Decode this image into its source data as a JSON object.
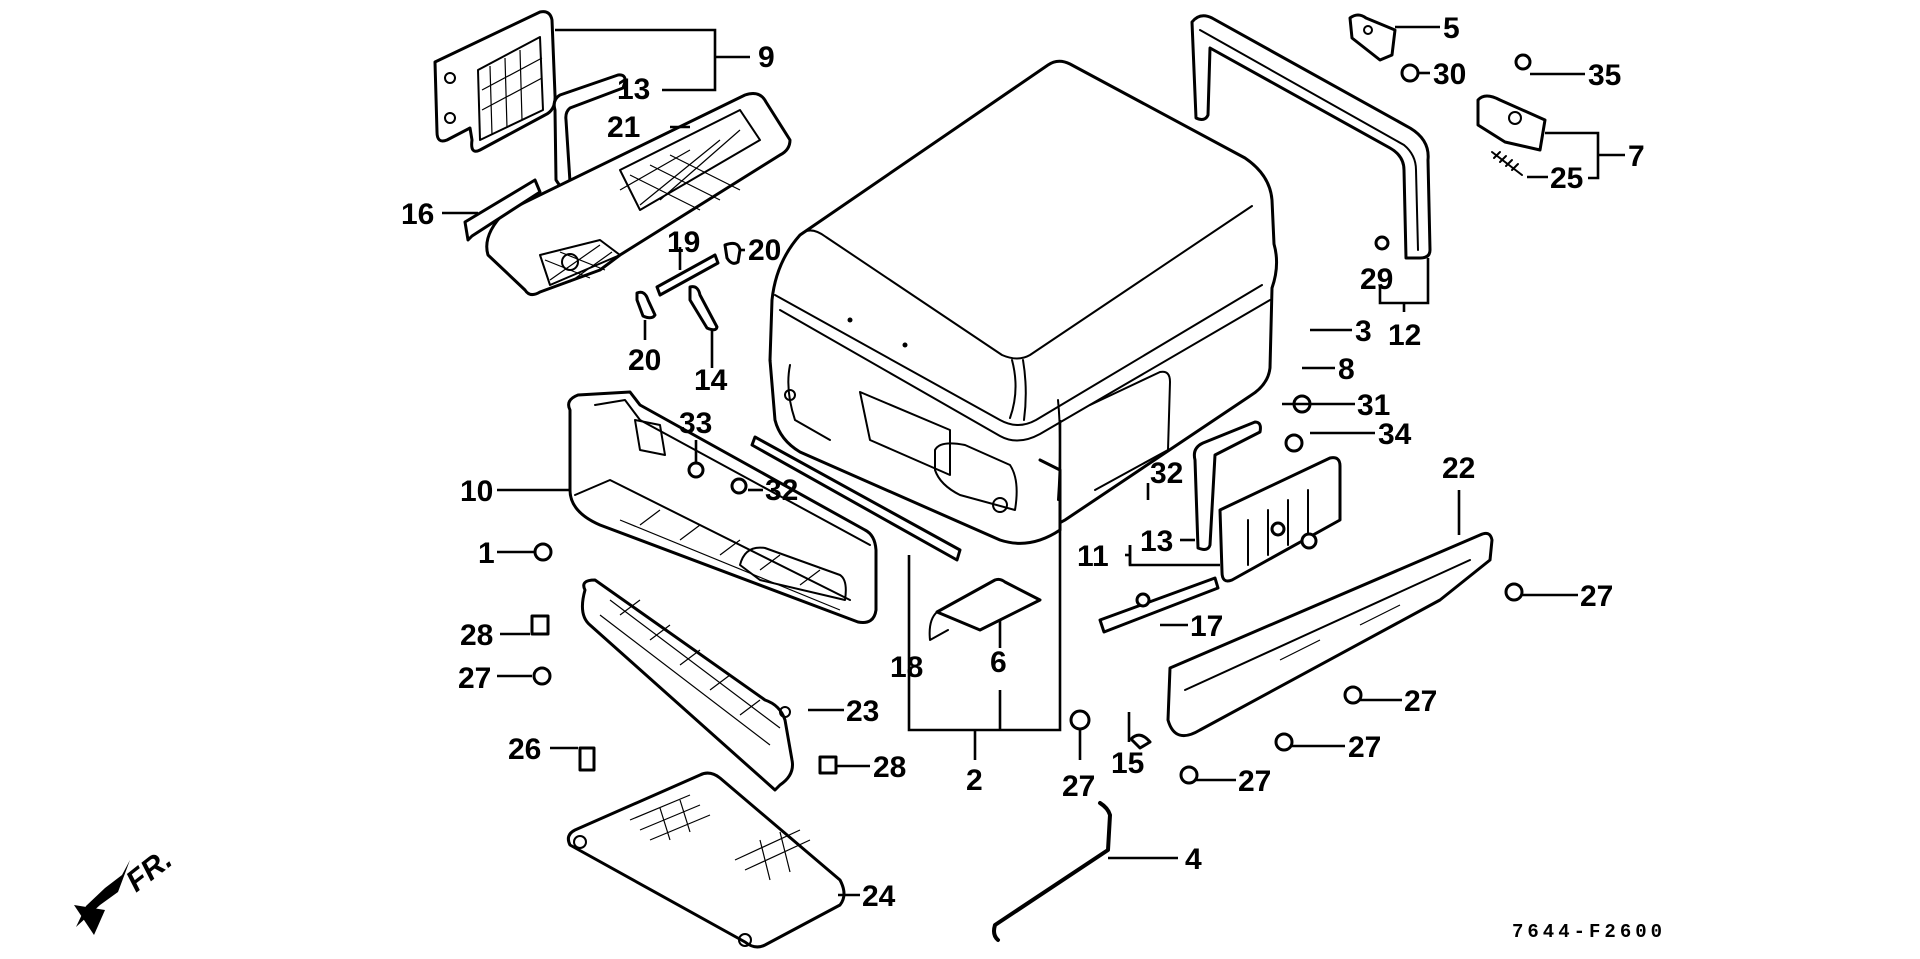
{
  "diagram": {
    "type": "exploded parts diagram",
    "drawing_code": "7644-F2600",
    "direction_indicator": {
      "label": "FR.",
      "icon": "front-arrow-icon"
    },
    "callouts": [
      {
        "id": "c1",
        "label": "1"
      },
      {
        "id": "c2",
        "label": "2"
      },
      {
        "id": "c3",
        "label": "3"
      },
      {
        "id": "c4",
        "label": "4"
      },
      {
        "id": "c5",
        "label": "5"
      },
      {
        "id": "c6",
        "label": "6"
      },
      {
        "id": "c7",
        "label": "7"
      },
      {
        "id": "c8",
        "label": "8"
      },
      {
        "id": "c9",
        "label": "9"
      },
      {
        "id": "c10",
        "label": "10"
      },
      {
        "id": "c11",
        "label": "11"
      },
      {
        "id": "c12",
        "label": "12"
      },
      {
        "id": "c13a",
        "label": "13"
      },
      {
        "id": "c13b",
        "label": "13"
      },
      {
        "id": "c14",
        "label": "14"
      },
      {
        "id": "c15",
        "label": "15"
      },
      {
        "id": "c16",
        "label": "16"
      },
      {
        "id": "c17",
        "label": "17"
      },
      {
        "id": "c18",
        "label": "18"
      },
      {
        "id": "c19",
        "label": "19"
      },
      {
        "id": "c20a",
        "label": "20"
      },
      {
        "id": "c20b",
        "label": "20"
      },
      {
        "id": "c21",
        "label": "21"
      },
      {
        "id": "c22",
        "label": "22"
      },
      {
        "id": "c23",
        "label": "23"
      },
      {
        "id": "c24",
        "label": "24"
      },
      {
        "id": "c25",
        "label": "25"
      },
      {
        "id": "c26",
        "label": "26"
      },
      {
        "id": "c27a",
        "label": "27"
      },
      {
        "id": "c27b",
        "label": "27"
      },
      {
        "id": "c27c",
        "label": "27"
      },
      {
        "id": "c27d",
        "label": "27"
      },
      {
        "id": "c27e",
        "label": "27"
      },
      {
        "id": "c27f",
        "label": "27"
      },
      {
        "id": "c28a",
        "label": "28"
      },
      {
        "id": "c28b",
        "label": "28"
      },
      {
        "id": "c29",
        "label": "29"
      },
      {
        "id": "c30",
        "label": "30"
      },
      {
        "id": "c31",
        "label": "31"
      },
      {
        "id": "c32a",
        "label": "32"
      },
      {
        "id": "c32b",
        "label": "32"
      },
      {
        "id": "c33",
        "label": "33"
      },
      {
        "id": "c34",
        "label": "34"
      },
      {
        "id": "c35",
        "label": "35"
      }
    ],
    "parts": [
      "hood-cover",
      "top-seal-strip",
      "front-bumper",
      "front-grille",
      "under-cover-grille",
      "left-side-panel",
      "right-side-skirt",
      "upper-left-intake-grille",
      "left-rear-vent-panel",
      "right-vent-panel",
      "hood-stay-rod",
      "hinge-bracket",
      "lock-plate",
      "spring",
      "center-seal-strip",
      "rubber-cushion-pieces",
      "fasteners"
    ]
  }
}
